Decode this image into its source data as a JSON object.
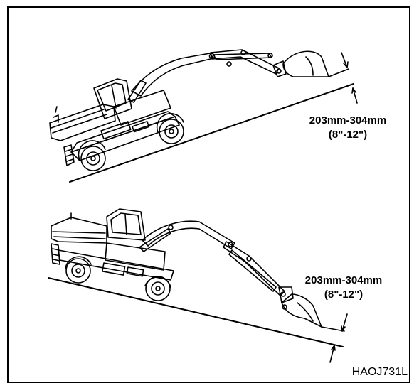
{
  "figure": {
    "top_example": {
      "dimension_mm": "203mm-304mm",
      "dimension_in": "(8\"-12\")"
    },
    "bottom_example": {
      "dimension_mm": "203mm-304mm",
      "dimension_in": "(8\"-12\")"
    },
    "figure_code": "HAOJ731L"
  }
}
